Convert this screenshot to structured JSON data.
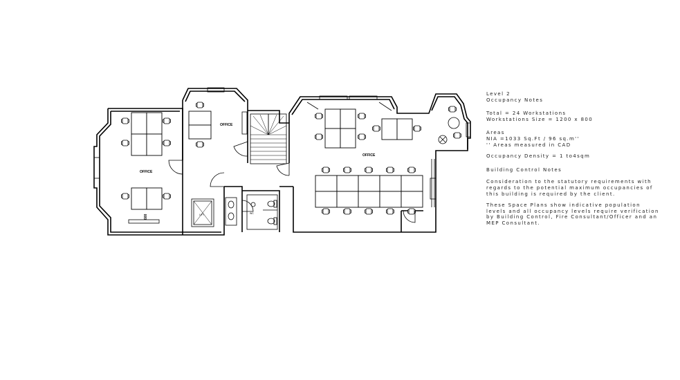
{
  "plan": {
    "rooms": {
      "office_left": "OFFICE",
      "office_top": "OFFICE",
      "office_right": "OFFICE",
      "lift": "LIFT",
      "wc": "WC"
    },
    "dimension_left": "600"
  },
  "notes": {
    "heading_1": "Level 2",
    "heading_2": "Occupancy Notes",
    "total": "Total = 24 Workstations",
    "ws_size": "Workstations Size = 1200 x 800",
    "areas_title": "Areas",
    "nia": "NIA =1033 Sq.Ft / 96 sq.m''",
    "measured": "'' Areas measured in CAD",
    "density": "Occupancy Density = 1 to4sqm",
    "bc_title": "Building Control Notes",
    "bc_para_1": "Consideration to the statutory requirements with regards to the potential maximum occupancies of this building is required by the client.",
    "bc_para_2": "These Space Plans show indicative population levels and all occupancy levels require verification by Building Control, Fire Consultant/Officer and an MEP Consultant."
  }
}
